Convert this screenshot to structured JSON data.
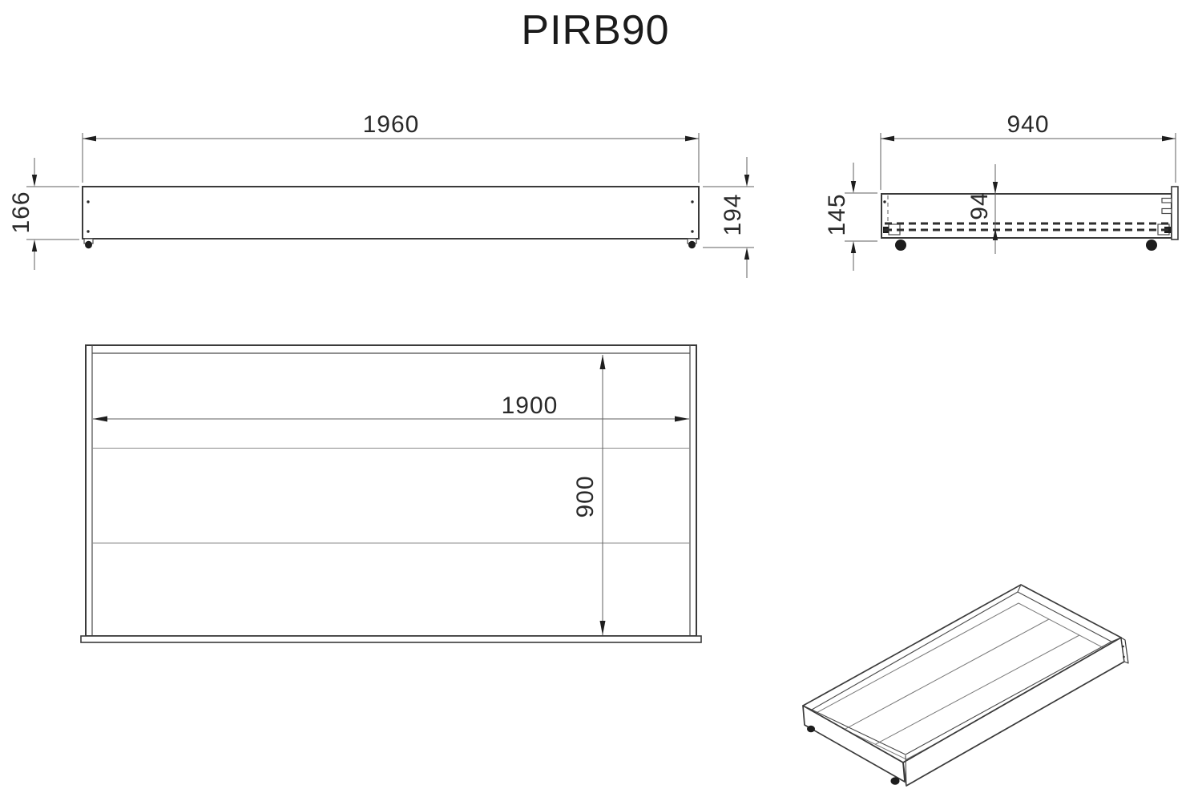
{
  "title": "PIRB90",
  "dimensions": {
    "front_width": "1960",
    "front_panel_height": "166",
    "front_total_height": "194",
    "side_depth": "940",
    "side_height": "145",
    "side_inner_height": "94",
    "plan_inner_length": "1900",
    "plan_inner_width": "900"
  },
  "colors": {
    "background": "#ffffff",
    "object_line": "#3a3a3a",
    "dimension_line": "#5f5f5f",
    "hidden_line": "#2e2e2e",
    "text": "#2a2a2a"
  }
}
